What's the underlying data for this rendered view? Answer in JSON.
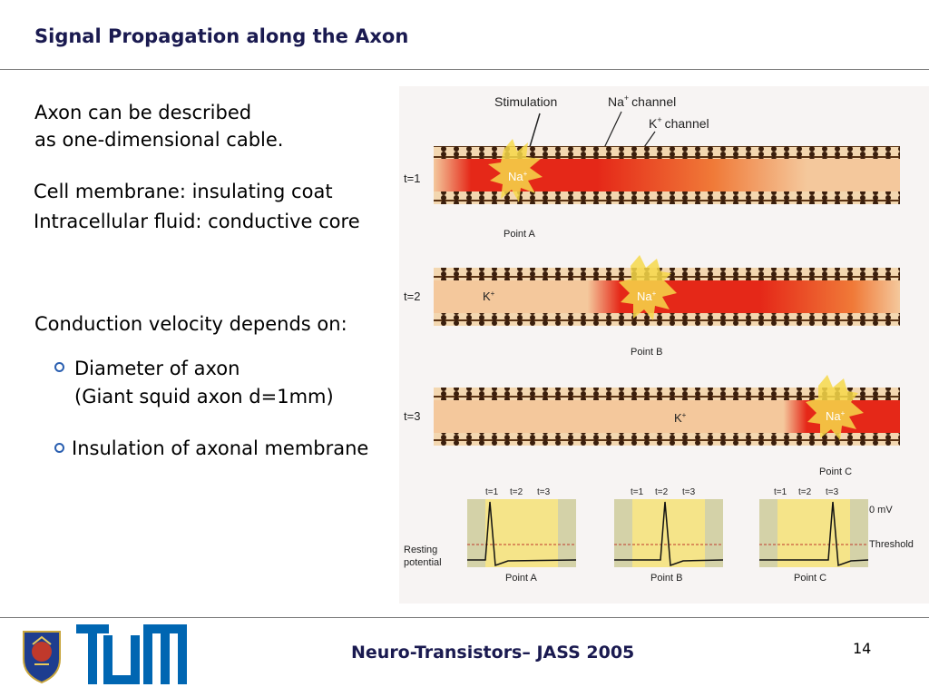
{
  "slide": {
    "title": "Signal Propagation along the Axon",
    "intro_line1": "Axon can be described",
    "intro_line2": "as one-dimensional cable.",
    "membrane": "Cell membrane: insulating coat",
    "fluid": "Intracellular fluid: conductive core",
    "velocity_heading": "Conduction velocity depends on:",
    "bullets": [
      {
        "line1": "Diameter of axon",
        "line2": "(Giant squid axon d=1mm)"
      },
      {
        "line1": "Insulation of axonal membrane"
      }
    ]
  },
  "figure": {
    "labels": {
      "stimulation": "Stimulation",
      "na_channel": "Na",
      "k_channel": "K",
      "channel_word": "channel",
      "plus": "+",
      "na_ion": "Na",
      "k_ion": "K"
    },
    "rows": [
      {
        "t": "t=1",
        "point": "Point A"
      },
      {
        "t": "t=2",
        "point": "Point B"
      },
      {
        "t": "t=3",
        "point": "Point C"
      }
    ],
    "plots": [
      {
        "point": "Point A",
        "ticks": [
          "t=1",
          "t=2",
          "t=3"
        ]
      },
      {
        "point": "Point B",
        "ticks": [
          "t=1",
          "t=2",
          "t=3"
        ]
      },
      {
        "point": "Point C",
        "ticks": [
          "t=1",
          "t=2",
          "t=3"
        ]
      }
    ],
    "zero_mv": "0 mV",
    "threshold": "Threshold",
    "resting1": "Resting",
    "resting2": "potential"
  },
  "footer": {
    "title": "Neuro-Transistors– JASS 2005",
    "page": "14"
  },
  "colors": {
    "title": "#1a1a50",
    "bullet": "#2a5fb0",
    "membrane": "#3a1e0c",
    "axon": "#e8b07a",
    "na_red": "#e52818",
    "tum_blue": "#0066b2"
  }
}
